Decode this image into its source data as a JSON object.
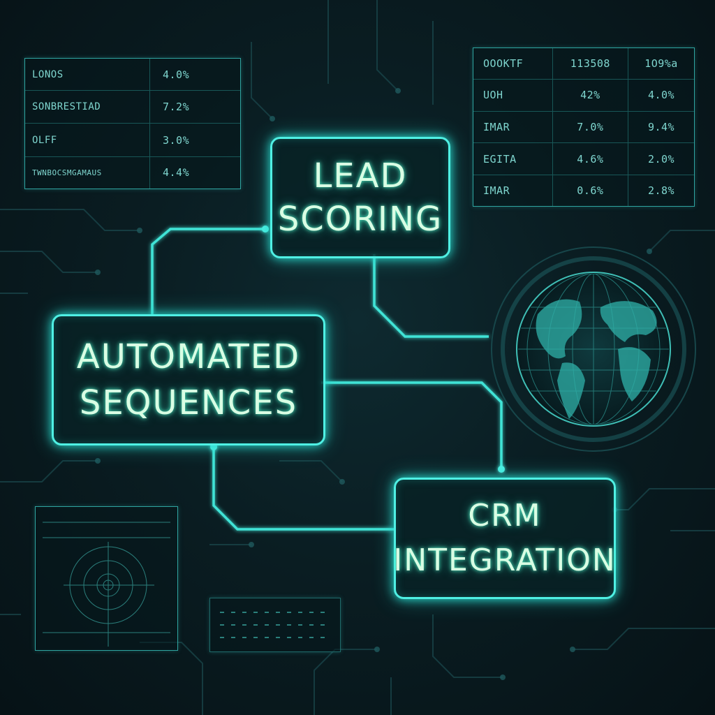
{
  "colors": {
    "background": "#0a1d22",
    "accent": "#4ff0e4",
    "line": "#3fe3d6",
    "text": "#d9ffe4",
    "table_text": "#7fd6cf"
  },
  "left_table": {
    "rows": [
      {
        "label": "LONOS",
        "value": "4.0%"
      },
      {
        "label": "SONBRESTIAD",
        "value": "7.2%"
      },
      {
        "label": "OLFF",
        "value": "3.0%"
      },
      {
        "label": "TWNBOCSMGAMAUS",
        "value": "4.4%"
      }
    ]
  },
  "right_table": {
    "rows": [
      [
        "OOOKTF",
        "113508",
        "1O9%a"
      ],
      [
        "UOH",
        "42%",
        "4.0%"
      ],
      [
        "IMAR",
        "7.0%",
        "9.4%"
      ],
      [
        "EGITA",
        "4.6%",
        "2.0%"
      ],
      [
        "IMAR",
        "0.6%",
        "2.8%"
      ]
    ]
  },
  "nodes": {
    "lead_scoring": {
      "line1": "LEAD",
      "line2": "SCORING"
    },
    "automated_sequences": {
      "line1": "AUTOMATED",
      "line2": "SEQUENCES"
    },
    "crm_integration": {
      "line1": "CRM",
      "line2": "INTEGRATION"
    }
  },
  "decorations": {
    "globe": "globe-icon",
    "radar": "radar-icon",
    "grid_panel": "grid-panel"
  }
}
